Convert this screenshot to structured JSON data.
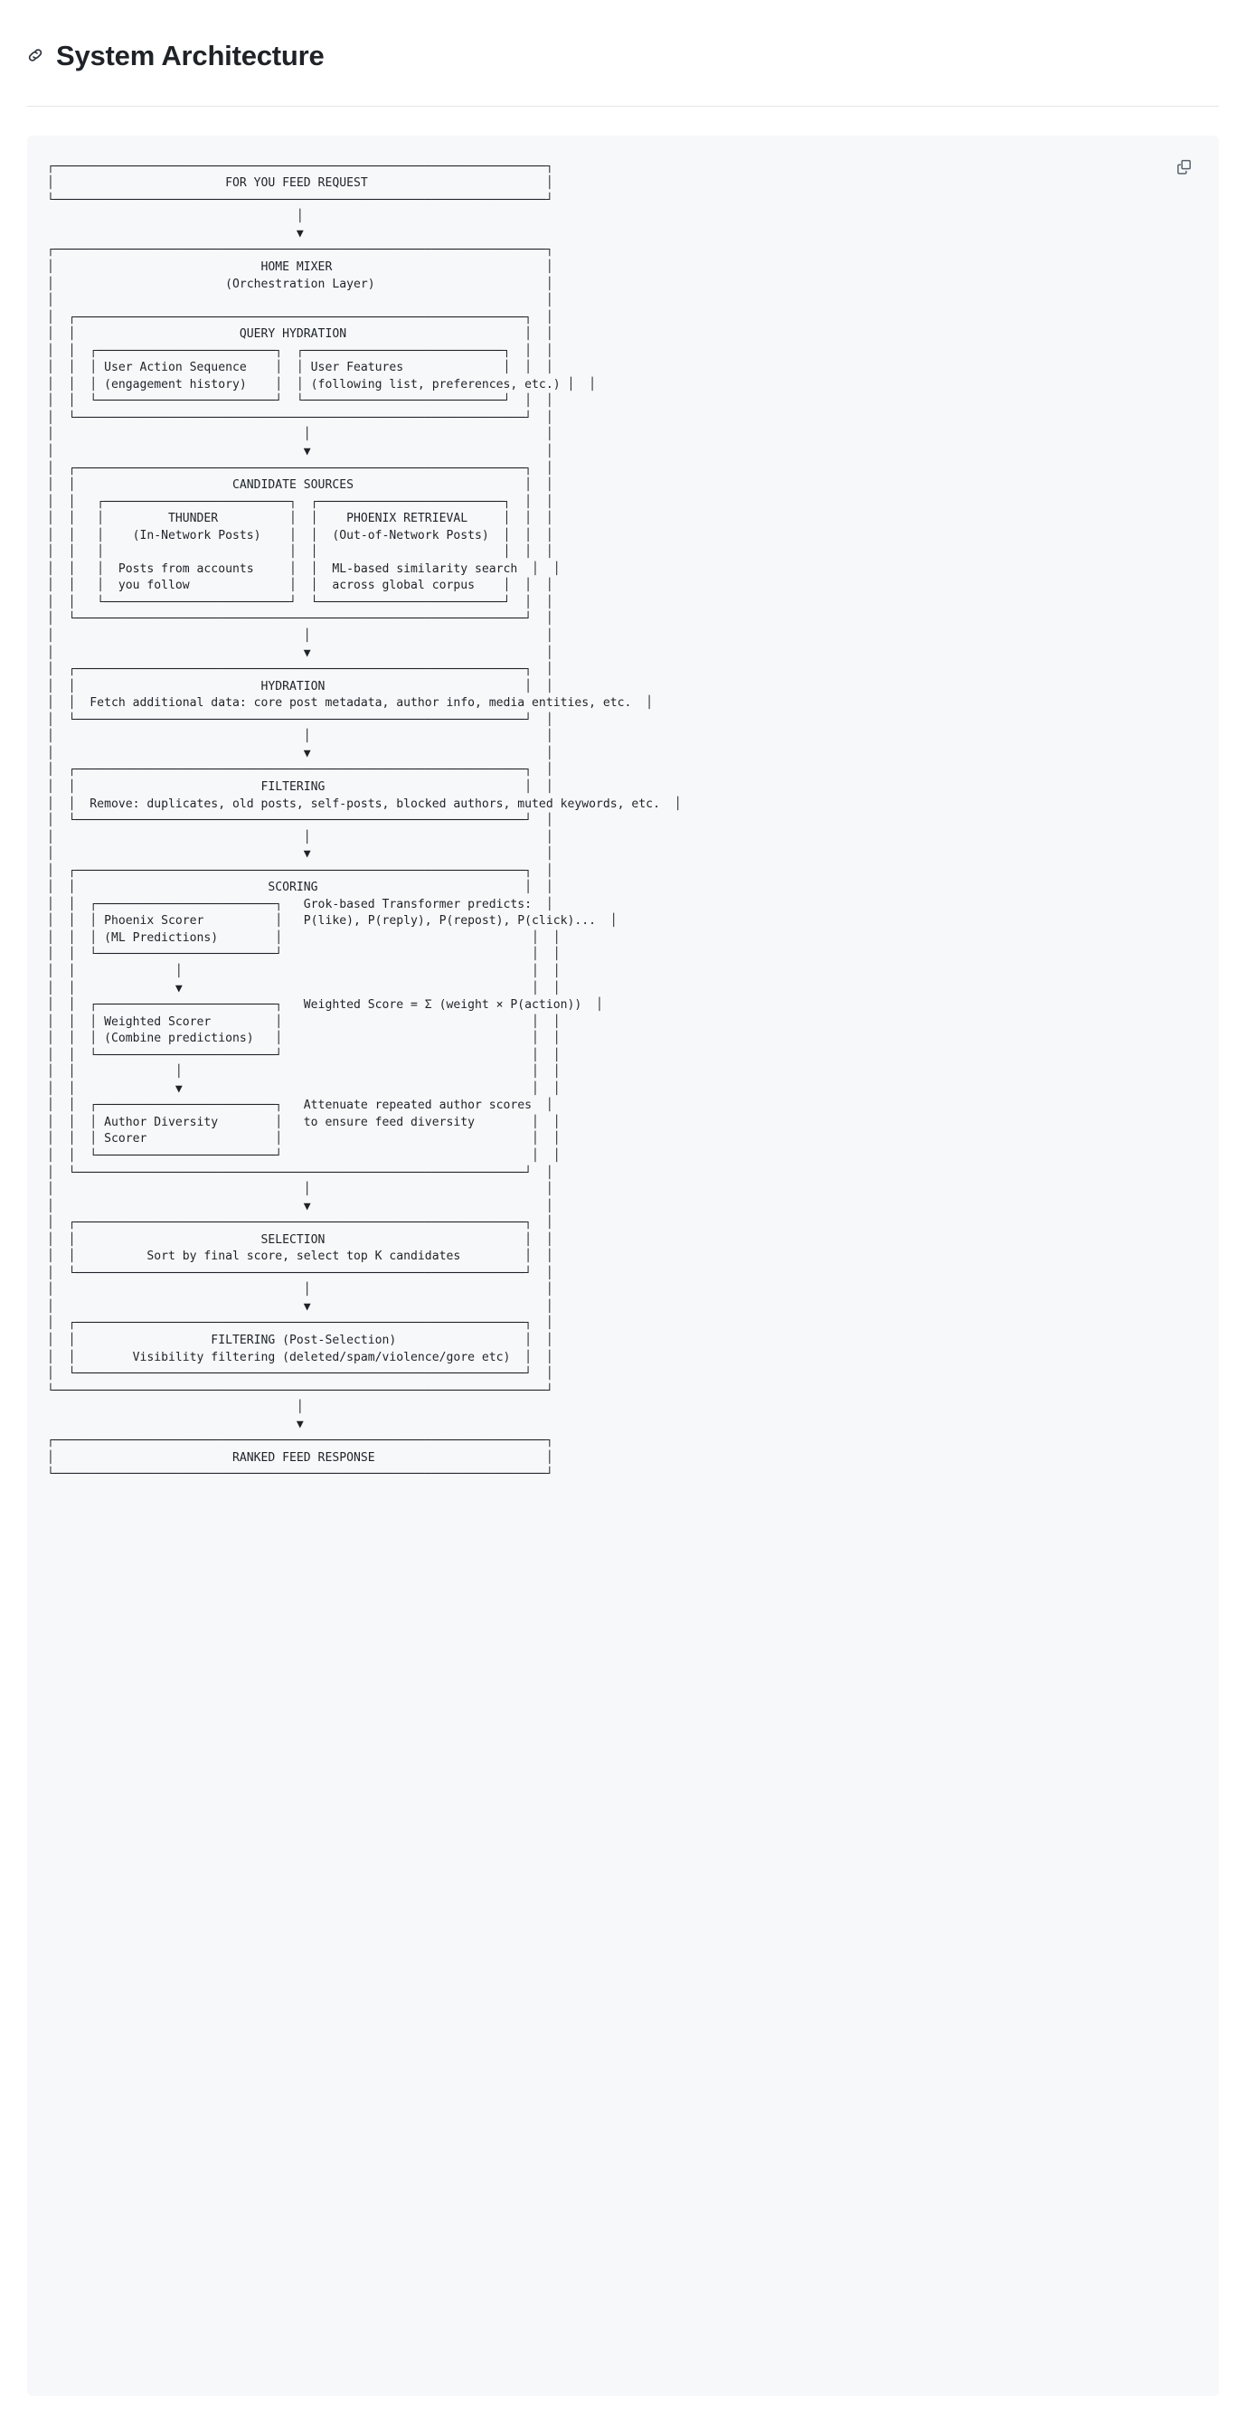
{
  "header": {
    "title": "System Architecture",
    "anchor_icon": "link-icon"
  },
  "code_block": {
    "copy_icon": "copy-icon",
    "copy_label": "Copy",
    "language": "ascii-diagram",
    "background_color": "#f6f8fa",
    "text_color": "#1f2328",
    "ascii": "┌─────────────────────────────────────────────────────────────────────┐\n│                        FOR YOU FEED REQUEST                         │\n└─────────────────────────────────────────────────────────────────────┘\n                                   │\n                                   ▼\n┌─────────────────────────────────────────────────────────────────────┐\n│                             HOME MIXER                              │\n│                        (Orchestration Layer)                        │\n│                                                                     │\n│  ┌───────────────────────────────────────────────────────────────┐  │\n│  │                       QUERY HYDRATION                         │  │\n│  │  ┌─────────────────────────┐  ┌────────────────────────────┐  │  │\n│  │  │ User Action Sequence    │  │ User Features              │  │  │\n│  │  │ (engagement history)    │  │ (following list, preferences, etc.) │  │\n│  │  └─────────────────────────┘  └────────────────────────────┘  │  │\n│  └───────────────────────────────────────────────────────────────┘  │\n│                                   │                                 │\n│                                   ▼                                 │\n│  ┌───────────────────────────────────────────────────────────────┐  │\n│  │                      CANDIDATE SOURCES                        │  │\n│  │   ┌──────────────────────────┐  ┌──────────────────────────┐  │  │\n│  │   │         THUNDER          │  │    PHOENIX RETRIEVAL     │  │  │\n│  │   │    (In-Network Posts)    │  │  (Out-of-Network Posts)  │  │  │\n│  │   │                          │  │                          │  │  │\n│  │   │  Posts from accounts     │  │  ML-based similarity search  │  │\n│  │   │  you follow              │  │  across global corpus    │  │  │\n│  │   └──────────────────────────┘  └──────────────────────────┘  │  │\n│  └───────────────────────────────────────────────────────────────┘  │\n│                                   │                                 │\n│                                   ▼                                 │\n│  ┌───────────────────────────────────────────────────────────────┐  │\n│  │                          HYDRATION                            │  │\n│  │  Fetch additional data: core post metadata, author info, media entities, etc.  │\n│  └───────────────────────────────────────────────────────────────┘  │\n│                                   │                                 │\n│                                   ▼                                 │\n│  ┌───────────────────────────────────────────────────────────────┐  │\n│  │                          FILTERING                            │  │\n│  │  Remove: duplicates, old posts, self-posts, blocked authors, muted keywords, etc.  │\n│  └───────────────────────────────────────────────────────────────┘  │\n│                                   │                                 │\n│                                   ▼                                 │\n│  ┌───────────────────────────────────────────────────────────────┐  │\n│  │                           SCORING                             │  │\n│  │  ┌─────────────────────────┐   Grok-based Transformer predicts:  │\n│  │  │ Phoenix Scorer          │   P(like), P(reply), P(repost), P(click)...  │\n│  │  │ (ML Predictions)        │                                   │  │\n│  │  └─────────────────────────┘                                   │  │\n│  │              │                                                 │  │\n│  │              ▼                                                 │  │\n│  │  ┌─────────────────────────┐   Weighted Score = Σ (weight × P(action))  │\n│  │  │ Weighted Scorer         │                                   │  │\n│  │  │ (Combine predictions)   │                                   │  │\n│  │  └─────────────────────────┘                                   │  │\n│  │              │                                                 │  │\n│  │              ▼                                                 │  │\n│  │  ┌─────────────────────────┐   Attenuate repeated author scores  │\n│  │  │ Author Diversity        │   to ensure feed diversity        │  │\n│  │  │ Scorer                  │                                   │  │\n│  │  └─────────────────────────┘                                   │  │\n│  └───────────────────────────────────────────────────────────────┘  │\n│                                   │                                 │\n│                                   ▼                                 │\n│  ┌───────────────────────────────────────────────────────────────┐  │\n│  │                          SELECTION                            │  │\n│  │          Sort by final score, select top K candidates         │  │\n│  └───────────────────────────────────────────────────────────────┘  │\n│                                   │                                 │\n│                                   ▼                                 │\n│  ┌───────────────────────────────────────────────────────────────┐  │\n│  │                   FILTERING (Post-Selection)                  │  │\n│  │        Visibility filtering (deleted/spam/violence/gore etc)  │  │\n│  └───────────────────────────────────────────────────────────────┘  │\n└─────────────────────────────────────────────────────────────────────┘\n                                   │\n                                   ▼\n┌─────────────────────────────────────────────────────────────────────┐\n│                         RANKED FEED RESPONSE                        │\n└─────────────────────────────────────────────────────────────────────┘"
  },
  "diagram": {
    "type": "ascii-flowchart",
    "title": "System Architecture",
    "nodes": [
      {
        "id": "request",
        "label": "FOR YOU FEED REQUEST",
        "level": 0
      },
      {
        "id": "home-mixer",
        "label": "HOME MIXER",
        "sublabel": "(Orchestration Layer)",
        "level": 1
      },
      {
        "id": "query-hydration",
        "label": "QUERY HYDRATION",
        "level": 2
      },
      {
        "id": "user-action-sequence",
        "label": "User Action Sequence",
        "sublabel": "(engagement history)",
        "level": 3
      },
      {
        "id": "user-features",
        "label": "User Features",
        "sublabel": "(following list, preferences, etc.)",
        "level": 3
      },
      {
        "id": "candidate-sources",
        "label": "CANDIDATE SOURCES",
        "level": 2
      },
      {
        "id": "thunder",
        "label": "THUNDER",
        "sublabel": "(In-Network Posts)",
        "body": "Posts from accounts you follow",
        "level": 3
      },
      {
        "id": "phoenix-retrieval",
        "label": "PHOENIX RETRIEVAL",
        "sublabel": "(Out-of-Network Posts)",
        "body": "ML-based similarity search across global corpus",
        "level": 3
      },
      {
        "id": "hydration",
        "label": "HYDRATION",
        "sublabel": "Fetch additional data: core post metadata, author info, media entities, etc.",
        "level": 2
      },
      {
        "id": "filtering",
        "label": "FILTERING",
        "sublabel": "Remove: duplicates, old posts, self-posts, blocked authors, muted keywords, etc.",
        "level": 2
      },
      {
        "id": "scoring",
        "label": "SCORING",
        "level": 2
      },
      {
        "id": "phoenix-scorer",
        "label": "Phoenix Scorer",
        "sublabel": "(ML Predictions)",
        "annotation": "Grok-based Transformer predicts: P(like), P(reply), P(repost), P(click)...",
        "level": 3
      },
      {
        "id": "weighted-scorer",
        "label": "Weighted Scorer",
        "sublabel": "(Combine predictions)",
        "annotation": "Weighted Score = Σ (weight × P(action))",
        "level": 3
      },
      {
        "id": "author-diversity-scorer",
        "label": "Author Diversity Scorer",
        "annotation": "Attenuate repeated author scores to ensure feed diversity",
        "level": 3
      },
      {
        "id": "selection",
        "label": "SELECTION",
        "sublabel": "Sort by final score, select top K candidates",
        "level": 2
      },
      {
        "id": "filtering-post-selection",
        "label": "FILTERING (Post-Selection)",
        "sublabel": "Visibility filtering (deleted/spam/violence/gore etc)",
        "level": 2
      },
      {
        "id": "ranked-feed-response",
        "label": "RANKED FEED RESPONSE",
        "level": 0
      }
    ]
  }
}
